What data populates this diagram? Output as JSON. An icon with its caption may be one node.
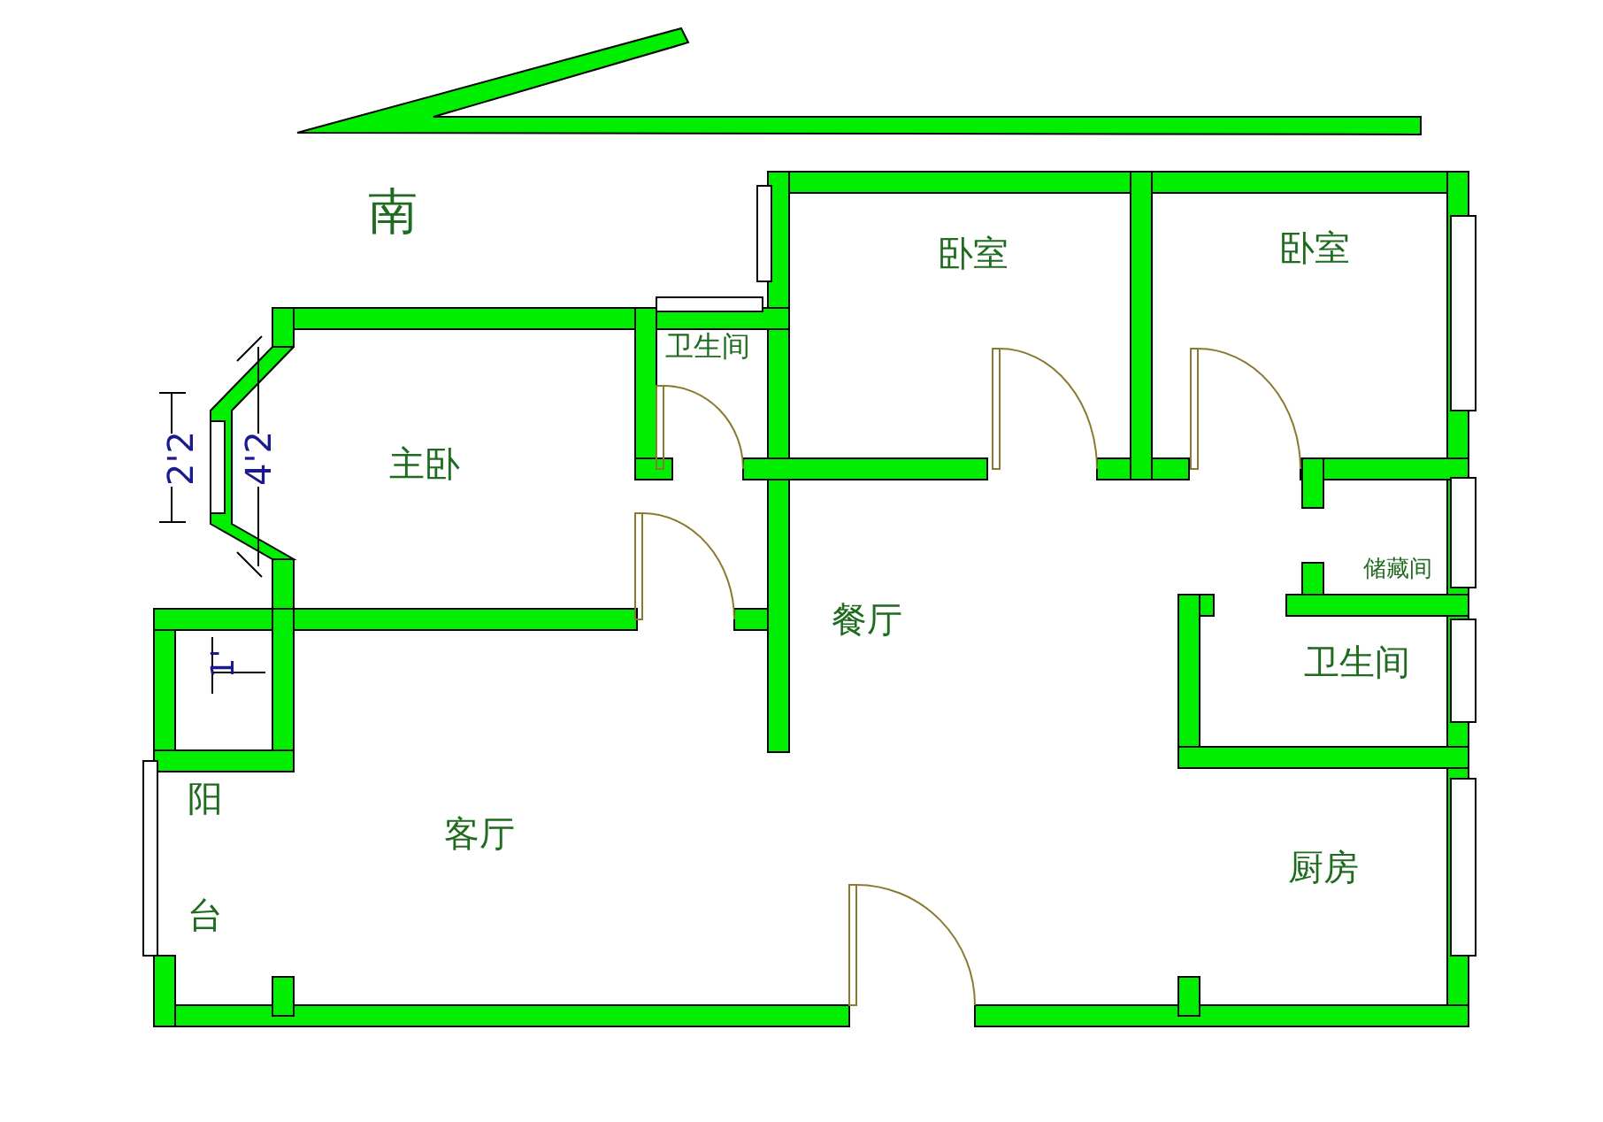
{
  "diagram": {
    "labels": [
      "南",
      "卧室",
      "卧室",
      "卫生间",
      "主卧",
      "2'2",
      "4'2",
      "储藏间",
      "餐厅",
      "1'",
      "卫生间",
      "阳台",
      "客厅",
      "厨房"
    ]
  }
}
